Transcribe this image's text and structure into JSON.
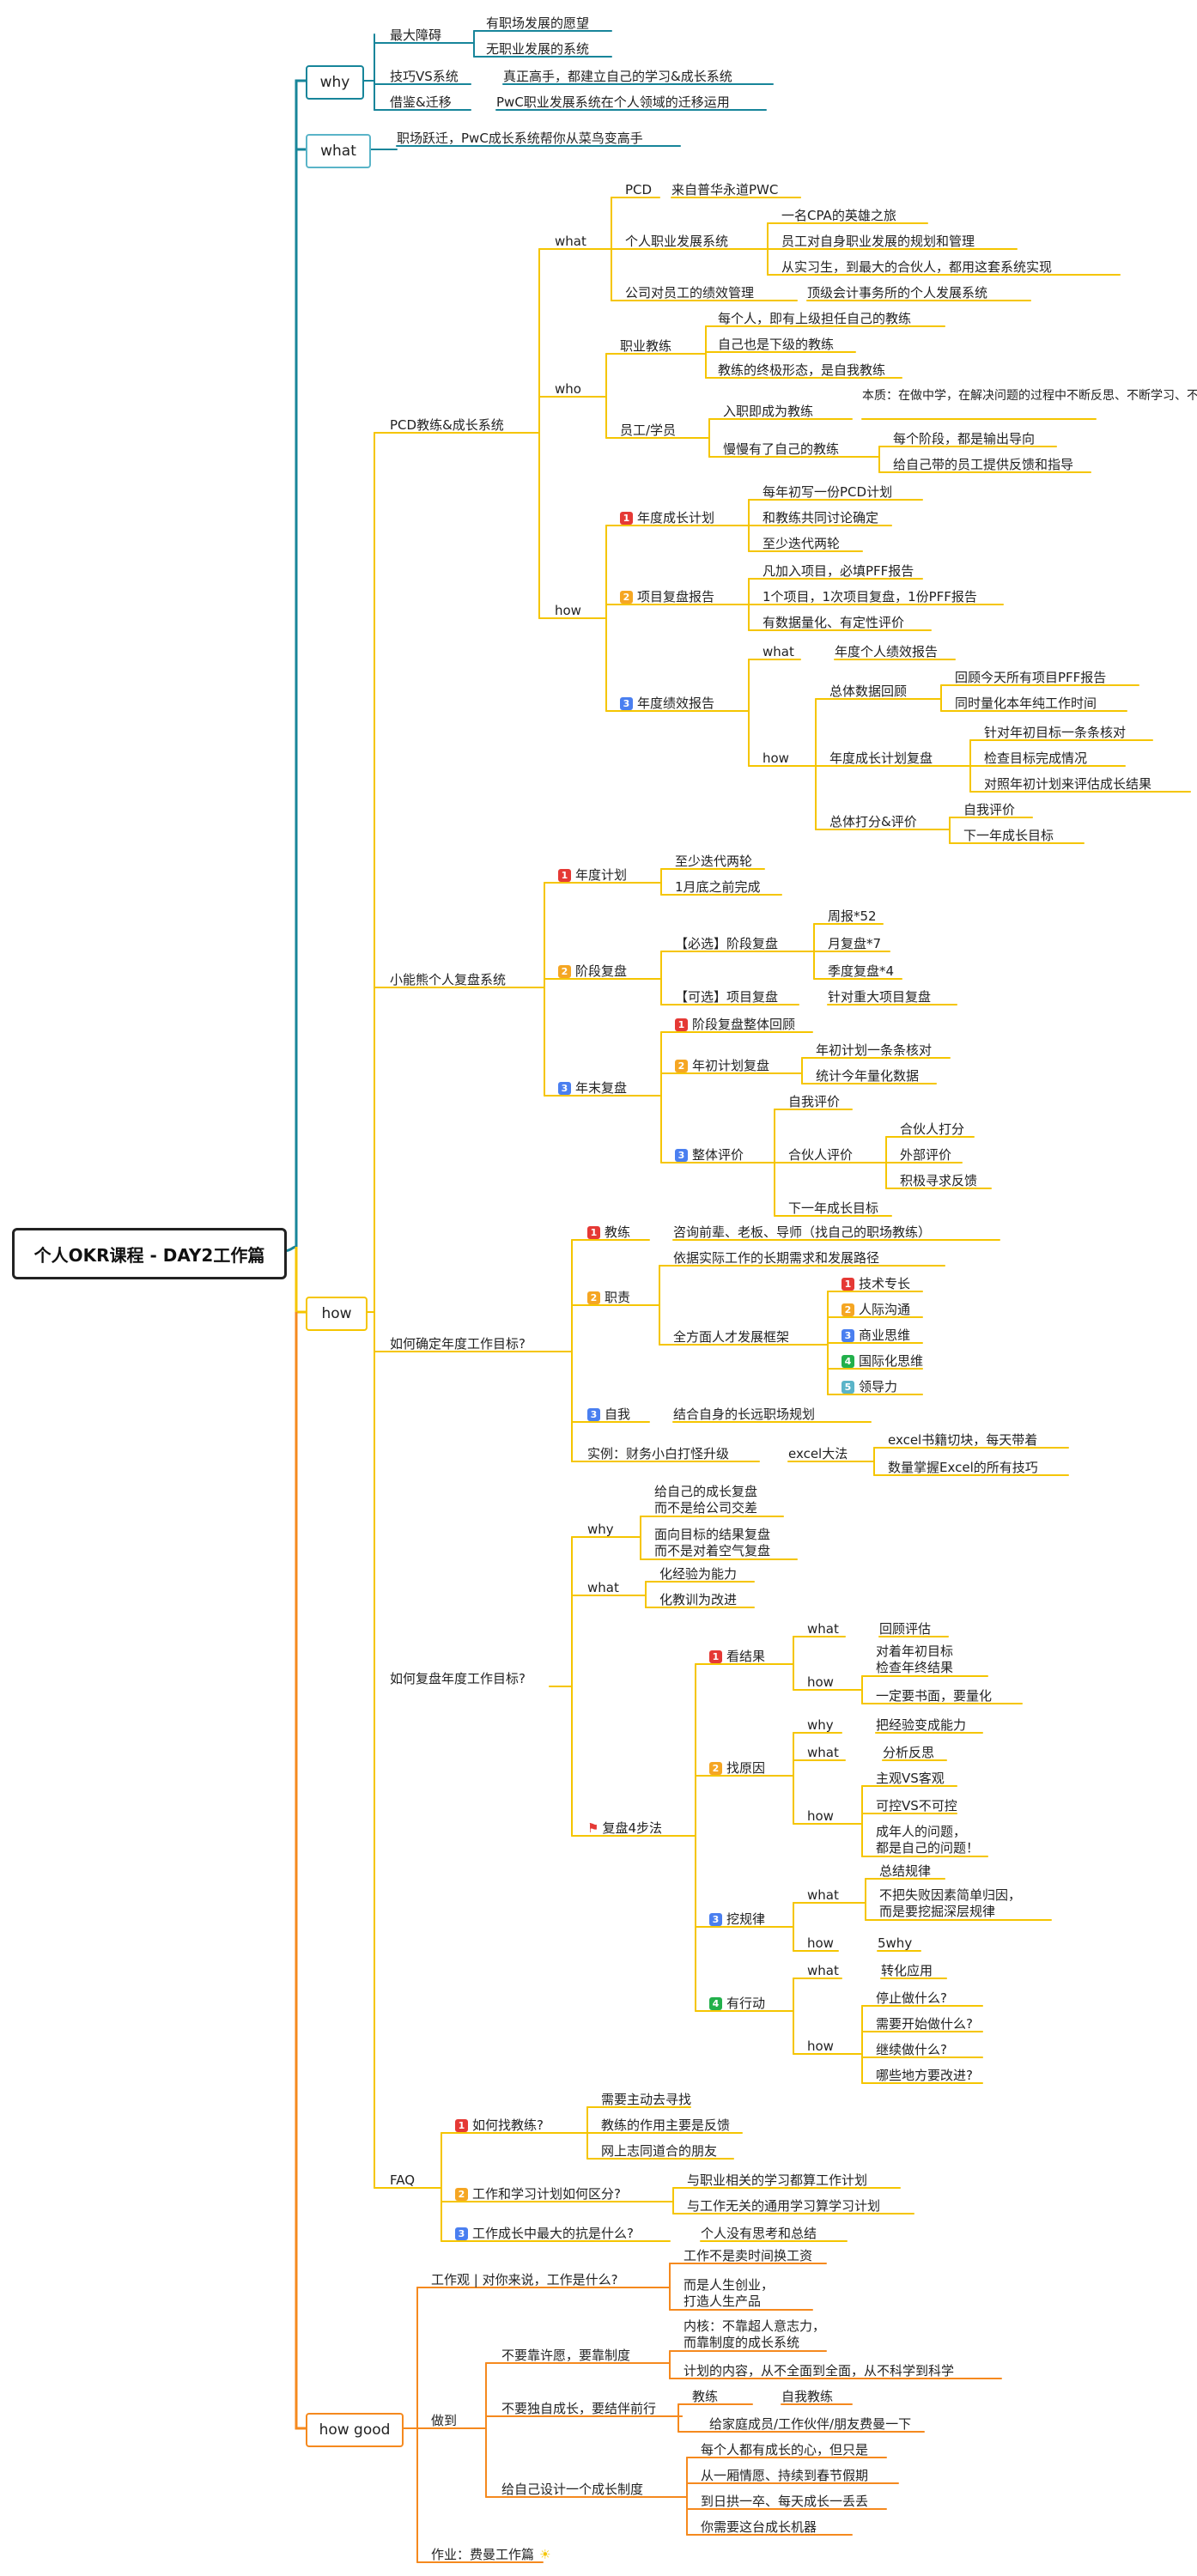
{
  "colors": {
    "teal": "#17859a",
    "yellow": "#f5c500",
    "orange": "#f5891e",
    "red": "#e53935",
    "amber": "#f5a623",
    "blue": "#4a7ff0",
    "green": "#22b04b",
    "cyan": "#5ab4c8"
  },
  "root": "个人OKR课程 - DAY2工作篇",
  "why": {
    "label": "why",
    "barrier": "最大障碍",
    "b1": "有职场发展的愿望",
    "b2": "无职业发展的系统",
    "skill": "技巧VS系统",
    "skill_v": "真正高手，都建立自己的学习&成长系统",
    "borrow": "借鉴&迁移",
    "borrow_v": "PwC职业发展系统在个人领域的迁移运用"
  },
  "what": {
    "label": "what",
    "v": "职场跃迁，PwC成长系统帮你从菜鸟变高手"
  },
  "how": {
    "label": "how",
    "pcd": {
      "title": "PCD教练&成长系统",
      "what": "what",
      "pcd": "PCD",
      "pcd_v": "来自普华永道PWC",
      "sys": "个人职业发展系统",
      "s1": "一名CPA的英雄之旅",
      "s2": "员工对自身职业发展的规划和管理",
      "s3": "从实习生，到最大的合伙人，都用这套系统实现",
      "perf": "公司对员工的绩效管理",
      "perf_v": "顶级会计事务所的个人发展系统",
      "who": "who",
      "coach": "职业教练",
      "c1": "每个人，即有上级担任自己的教练",
      "c2": "自己也是下级的教练",
      "c3": "教练的终极形态，是自我教练",
      "staff": "员工/学员",
      "enter": "入职即成为教练",
      "essence": "本质：在做中学，在解决问题的过程中不断反思、不断学习、不断成长",
      "grad": "慢慢有了自己的教练",
      "g1": "每个阶段，都是输出导向",
      "g2": "给自己带的员工提供反馈和指导",
      "how": "how",
      "p1": "年度成长计划",
      "p1a": "每年初写一份PCD计划",
      "p1b": "和教练共同讨论确定",
      "p1c": "至少迭代两轮",
      "p2": "项目复盘报告",
      "p2a": "凡加入项目，必填PFF报告",
      "p2b": "1个项目，1次项目复盘，1份PFF报告",
      "p2c": "有数据量化、有定性评价",
      "p3": "年度绩效报告",
      "p3what": "what",
      "p3what_v": "年度个人绩效报告",
      "p3how": "how",
      "review": "总体数据回顾",
      "r1": "回顾今天所有项目PFF报告",
      "r2": "同时量化本年纯工作时间",
      "growth": "年度成长计划复盘",
      "gr1": "针对年初目标一条条核对",
      "gr2": "检查目标完成情况",
      "gr3": "对照年初计划来评估成长结果",
      "score": "总体打分&评价",
      "sc1": "自我评价",
      "sc2": "下一年成长目标"
    },
    "bear": {
      "title": "小能熊个人复盘系统",
      "y": "年度计划",
      "y1": "至少迭代两轮",
      "y2": "1月底之前完成",
      "st": "阶段复盘",
      "must": "【必选】阶段复盘",
      "m1": "周报*52",
      "m2": "月复盘*7",
      "m3": "季度复盘*4",
      "opt": "【可选】项目复盘",
      "opt_v": "针对重大项目复盘",
      "ye": "年末复盘",
      "ye1": "阶段复盘整体回顾",
      "ye2": "年初计划复盘",
      "ye2a": "年初计划一条条核对",
      "ye2b": "统计今年量化数据",
      "ye3": "整体评价",
      "self": "自我评价",
      "partner": "合伙人评价",
      "pa1": "合伙人打分",
      "pa2": "外部评价",
      "pa3": "积极寻求反馈",
      "next": "下一年成长目标"
    },
    "goal": {
      "title": "如何确定年度工作目标?",
      "coach": "教练",
      "coach_v": "咨询前辈、老板、导师（找自己的职场教练）",
      "duty": "职责",
      "duty1": "依据实际工作的长期需求和发展路径",
      "frame": "全方面人才发展框架",
      "f1": "技术专长",
      "f2": "人际沟通",
      "f3": "商业思维",
      "f4": "国际化思维",
      "f5": "领导力",
      "me": "自我",
      "me_v": "结合自身的长远职场规划",
      "case": "实例：财务小白打怪升级",
      "excel": "excel大法",
      "ex1": "excel书籍切块，每天带着",
      "ex2": "数量掌握Excel的所有技巧"
    },
    "rev": {
      "title": "如何复盘年度工作目标?",
      "why": "why",
      "w1": "给自己的成长复盘\n而不是给公司交差",
      "w2": "面向目标的结果复盘\n而不是对着空气复盘",
      "what": "what",
      "wh1": "化经验为能力",
      "wh2": "化教训为改进",
      "four": "复盘4步法",
      "s1": "看结果",
      "s1what": "what",
      "s1what_v": "回顾评估",
      "s1how": "how",
      "s1h1": "对着年初目标\n检查年终结果",
      "s1h2": "一定要书面，要量化",
      "s2": "找原因",
      "s2why": "why",
      "s2why_v": "把经验变成能力",
      "s2what": "what",
      "s2what_v": "分析反思",
      "s2how": "how",
      "s2h1": "主观VS客观",
      "s2h2": "可控VS不可控",
      "s2h3": "成年人的问题，\n都是自己的问题！",
      "s3": "挖规律",
      "s3what": "what",
      "s3w1": "总结规律",
      "s3w2": "不把失败因素简单归因，\n而是要挖掘深层规律",
      "s3how": "how",
      "s3how_v": "5why",
      "s4": "有行动",
      "s4what": "what",
      "s4what_v": "转化应用",
      "s4how": "how",
      "s4h1": "停止做什么?",
      "s4h2": "需要开始做什么?",
      "s4h3": "继续做什么?",
      "s4h4": "哪些地方要改进?"
    },
    "faq": {
      "title": "FAQ",
      "q1": "如何找教练?",
      "q1a": "需要主动去寻找",
      "q1b": "教练的作用主要是反馈",
      "q1c": "网上志同道合的朋友",
      "q2": "工作和学习计划如何区分?",
      "q2a": "与职业相关的学习都算工作计划",
      "q2b": "与工作无关的通用学习算学习计划",
      "q3": "工作成长中最大的抗是什么?",
      "q3a": "个人没有思考和总结"
    }
  },
  "good": {
    "label": "how good",
    "view": "工作观 | 对你来说，工作是什么?",
    "v1": "工作不是卖时间换工资",
    "v2": "而是人生创业，\n打造人生产品",
    "do": "做到",
    "sys": "不要靠许愿，要靠制度",
    "sy1": "内核：不靠超人意志力，\n而靠制度的成长系统",
    "sy2": "计划的内容，从不全面到全面，从不科学到科学",
    "alone": "不要独自成长，要结伴前行",
    "al1": "教练",
    "al1v": "自我教练",
    "al2": "给家庭成员/工作伙伴/朋友费曼一下",
    "design": "给自己设计一个成长制度",
    "d1": "每个人都有成长的心，但只是",
    "d2": "从一厢情愿、持续到春节假期",
    "d3": "到日拱一卒、每天成长一丢丢",
    "d4": "你需要这台成长机器",
    "hw": "作业：费曼工作篇"
  }
}
